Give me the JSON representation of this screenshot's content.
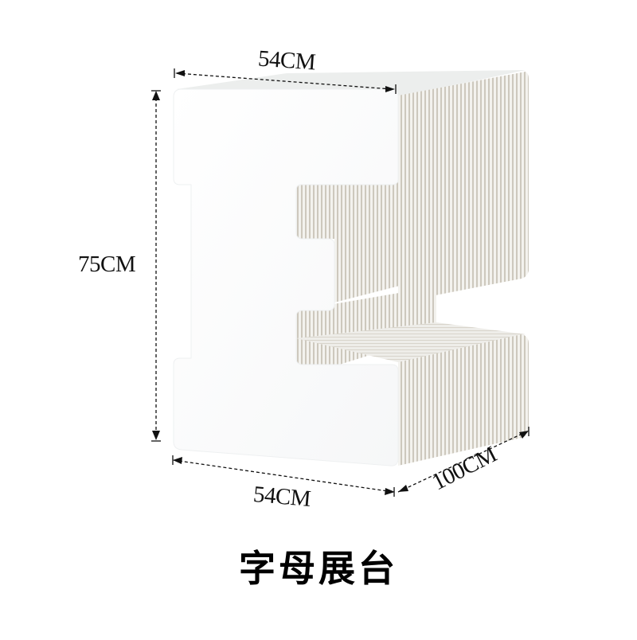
{
  "product": {
    "name": "字母展台",
    "shape": "letter E display stand",
    "colors": {
      "front_face": "#ffffff",
      "fin_light": "#f2f1ec",
      "fin_dark": "#cfcac0",
      "dimension_line": "#111111"
    }
  },
  "dimensions": {
    "top_width": "54CM",
    "height": "75CM",
    "bottom_width": "54CM",
    "depth": "100CM"
  }
}
